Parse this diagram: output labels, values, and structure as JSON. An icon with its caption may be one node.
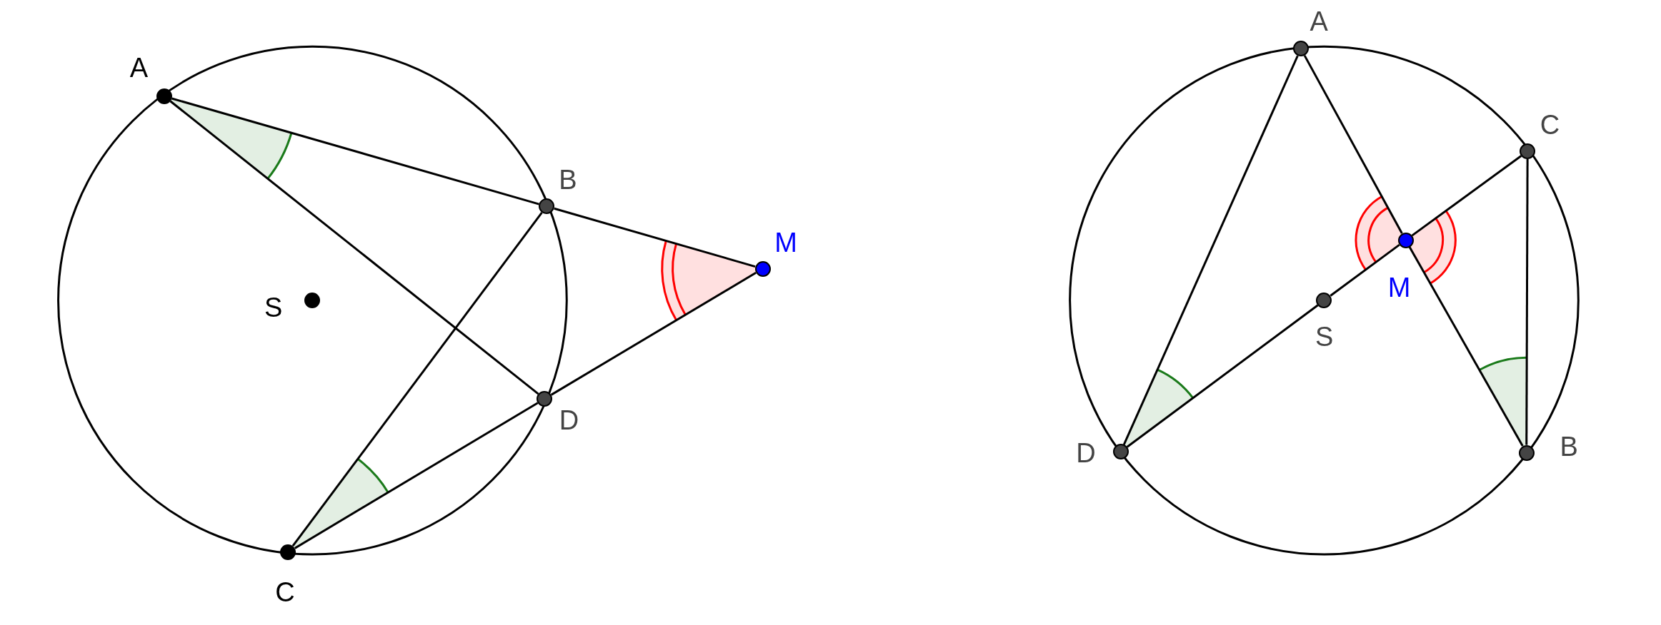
{
  "diagram": {
    "nodes": [
      {
        "text": [
          "A"
        ]
      },
      {
        "text": [
          "B"
        ]
      },
      {
        "text": [
          "M"
        ]
      },
      {
        "text": [
          "S"
        ]
      },
      {
        "text": [
          "D"
        ]
      },
      {
        "text": [
          "C"
        ]
      },
      {
        "text": [
          "A"
        ]
      },
      {
        "text": [
          "C"
        ]
      },
      {
        "text": [
          "M"
        ]
      },
      {
        "text": [
          "S"
        ]
      },
      {
        "text": [
          "D"
        ]
      },
      {
        "text": [
          "B"
        ]
      }
    ],
    "edges": [
      {
        "from": 0,
        "to": 1,
        "arrow": "none"
      },
      {
        "from": 1,
        "to": 2,
        "arrow": "none"
      },
      {
        "from": 0,
        "to": 4,
        "arrow": "none"
      },
      {
        "from": 5,
        "to": 1,
        "arrow": "none"
      },
      {
        "from": 5,
        "to": 4,
        "arrow": "none"
      },
      {
        "from": 4,
        "to": 2,
        "arrow": "none"
      },
      {
        "from": 6,
        "to": 10,
        "arrow": "none"
      },
      {
        "from": 6,
        "to": 8,
        "arrow": "none"
      },
      {
        "from": 8,
        "to": 11,
        "arrow": "none"
      },
      {
        "from": 10,
        "to": 9,
        "arrow": "none"
      },
      {
        "from": 9,
        "to": 8,
        "arrow": "none"
      },
      {
        "from": 8,
        "to": 7,
        "arrow": "none"
      },
      {
        "from": 7,
        "to": 11,
        "arrow": "none"
      }
    ]
  }
}
